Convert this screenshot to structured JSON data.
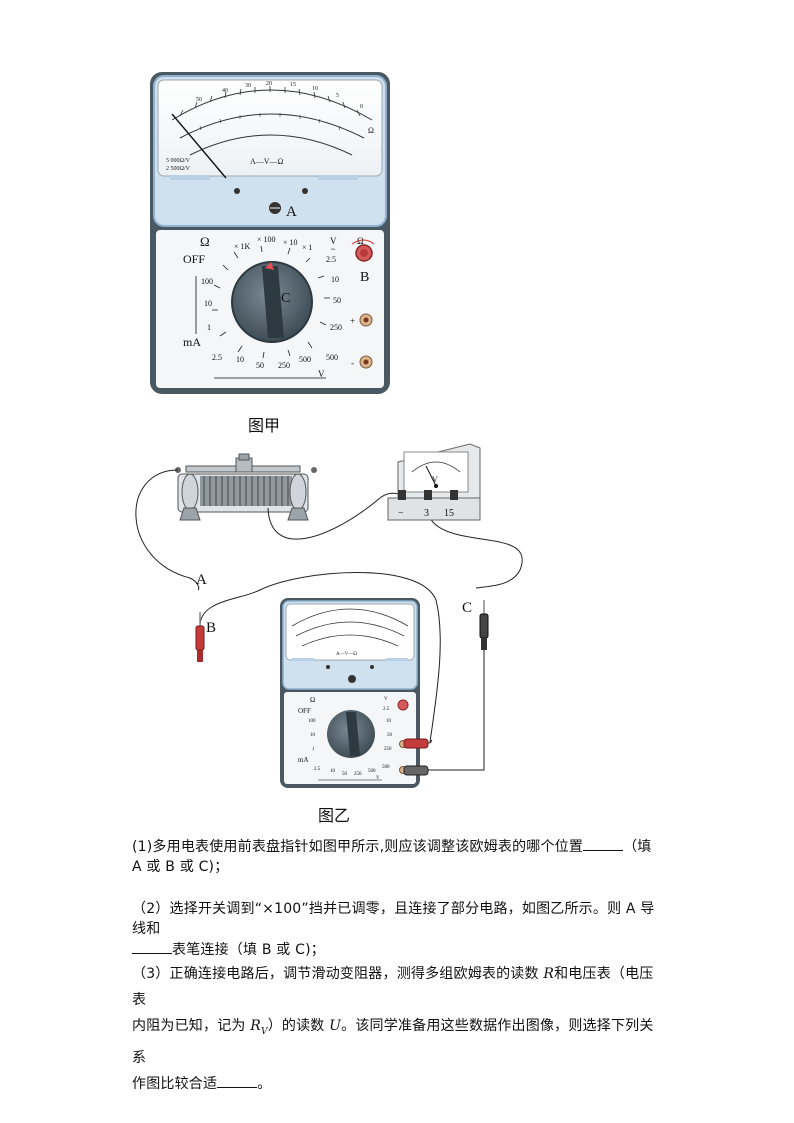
{
  "figure_a": {
    "caption": "图甲",
    "label_A": "A",
    "label_B": "B",
    "label_C": "C",
    "scale_label": "A—V—Ω",
    "omega_symbol": "Ω",
    "spec_1": "5 000Ω/V",
    "spec_2": "2 500Ω/V",
    "dial": {
      "omega": "Ω",
      "off": "OFF",
      "ma": "mA",
      "v_dc": "V",
      "v_ac": "V",
      "x1k": "× 1K",
      "x100": "× 100",
      "x10": "× 10",
      "x1": "× 1",
      "ma_100": "100",
      "ma_10": "10",
      "ma_1": "1",
      "v_25": "2.5",
      "v_10": "10",
      "v_50": "50",
      "v_250": "250",
      "v_500": "500",
      "b_25": "2.5",
      "b_10": "10",
      "b_50": "50",
      "b_250": "250",
      "b_500": "500",
      "plus": "+",
      "minus": "-"
    },
    "scale_top": [
      "50",
      "40",
      "30",
      "20",
      "15",
      "10",
      "5",
      "0"
    ]
  },
  "figure_b": {
    "caption": "图乙",
    "label_A": "A",
    "label_B": "B",
    "label_C": "C",
    "voltmeter_letter": "V",
    "terminal_minus": "−",
    "terminal_3": "3",
    "terminal_15": "15"
  },
  "questions": {
    "q1_line1": "(1)多用电表使用前表盘指针如图甲所示,则应该调整该欧姆表的哪个位置",
    "q1_after": "（填",
    "q1_line2": "A 或 B 或 C)；",
    "q2_line1": "（2）选择开关调到“×100”挡并已调零，且连接了部分电路，如图乙所示。则 A 导线和",
    "q2_line2_after": "表笔连接（填 B 或 C)；",
    "q3_line1a": "（3）正确连接电路后，调节滑动变阻器，测得多组欧姆表的读数 ",
    "q3_R": "R",
    "q3_line1b": "和电压表（电压表",
    "q3_line2a": "内阻为已知，记为 ",
    "q3_Rv": "R",
    "q3_Rv_sub": "V",
    "q3_line2b": "）的读数 ",
    "q3_U": "U",
    "q3_line2c": "。该同学准备用这些数据作出图像，则选择下列关系",
    "q3_line3a": "作图比较合适",
    "q3_line3b": "。"
  }
}
